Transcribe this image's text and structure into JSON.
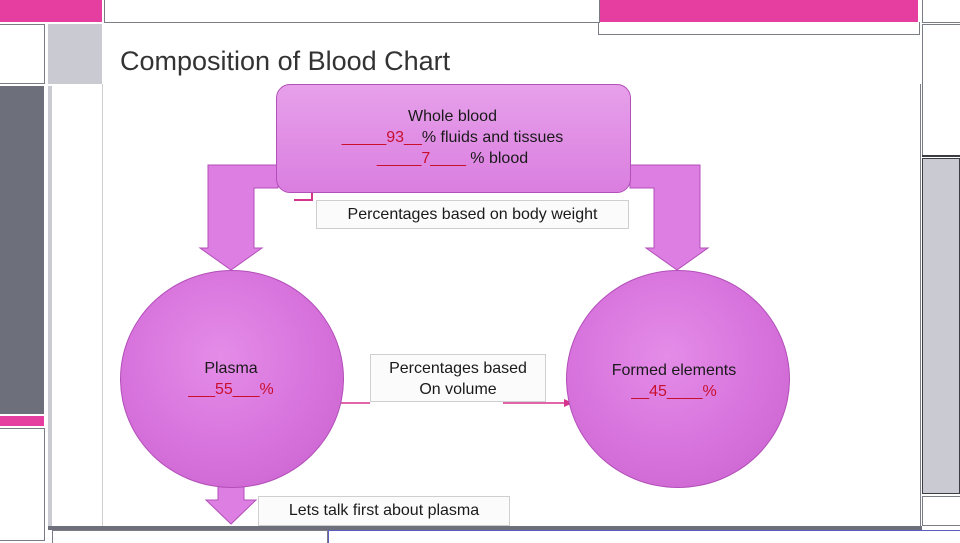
{
  "slide": {
    "title": "Composition of Blood Chart"
  },
  "top_box": {
    "line1": "Whole blood",
    "line2_prefix": "_____93__",
    "line2_suffix": "% fluids and tissues",
    "line3_prefix": "_____7____",
    "line3_suffix": " % blood"
  },
  "note_weight": "Percentages based on body weight",
  "plasma": {
    "label": "Plasma",
    "value": "___55___%"
  },
  "volume_note": {
    "line1": "Percentages based",
    "line2": "On volume"
  },
  "formed": {
    "label": "Formed elements",
    "value": "__45____%"
  },
  "footer_note": "Lets talk first about plasma",
  "colors": {
    "accent_pink": "#e63ea0",
    "shape_fill": "#d772dc",
    "arrow_fill": "#dd7ee2",
    "connector": "#d6338c"
  }
}
